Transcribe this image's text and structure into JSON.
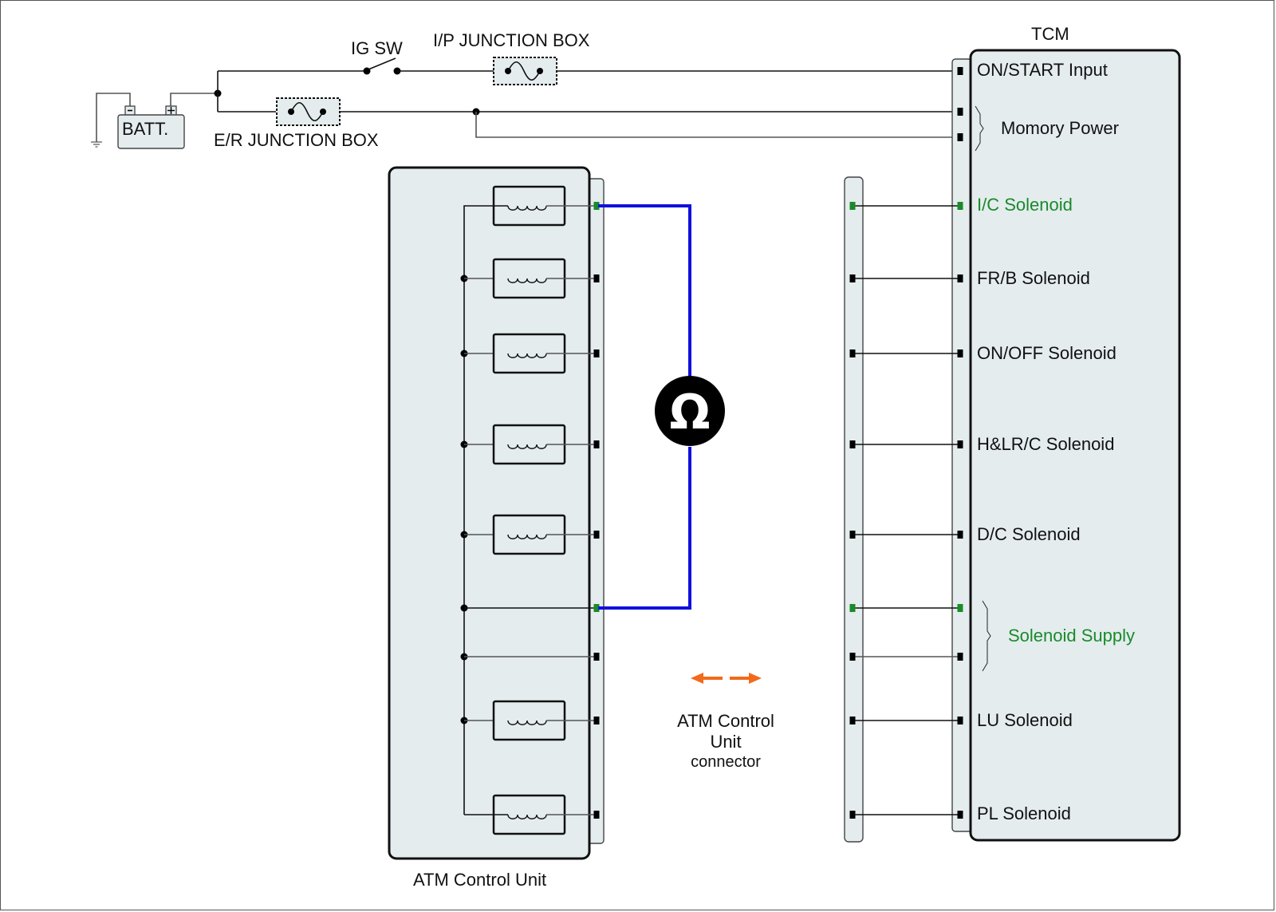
{
  "diagram": {
    "battery": {
      "label": "BATT.",
      "neg_symbol": "−",
      "pos_symbol": "+"
    },
    "ignition_switch": {
      "label": "IG SW"
    },
    "ip_junction_box": {
      "label": "I/P JUNCTION BOX"
    },
    "er_junction_box": {
      "label": "E/R JUNCTION BOX"
    },
    "tcm": {
      "title": "TCM",
      "pins": [
        {
          "label": "ON/START Input",
          "highlight": false
        },
        {
          "label": "Momory Power",
          "highlight": false,
          "group_pins": 2
        },
        {
          "label": "I/C Solenoid",
          "highlight": true
        },
        {
          "label": "FR/B Solenoid",
          "highlight": false
        },
        {
          "label": "ON/OFF Solenoid",
          "highlight": false
        },
        {
          "label": "H&LR/C Solenoid",
          "highlight": false
        },
        {
          "label": "D/C Solenoid",
          "highlight": false
        },
        {
          "label": "Solenoid Supply",
          "highlight": true,
          "group_pins": 2
        },
        {
          "label": "LU Solenoid",
          "highlight": false
        },
        {
          "label": "PL Solenoid",
          "highlight": false
        }
      ]
    },
    "atm_control_unit": {
      "label": "ATM Control Unit",
      "solenoid_count": 7
    },
    "connector_legend": {
      "line1": "ATM Control",
      "line2": "Unit",
      "line3": "connector",
      "arrow_icon": "double-arrow-icon"
    },
    "meter": {
      "symbol": "Ω",
      "name": "ohmmeter"
    },
    "colors": {
      "highlight_green": "#1a8a2a",
      "meter_lead_blue": "#1010dd",
      "arrow_orange": "#f26a1b",
      "module_fill": "#e4ecee"
    }
  }
}
